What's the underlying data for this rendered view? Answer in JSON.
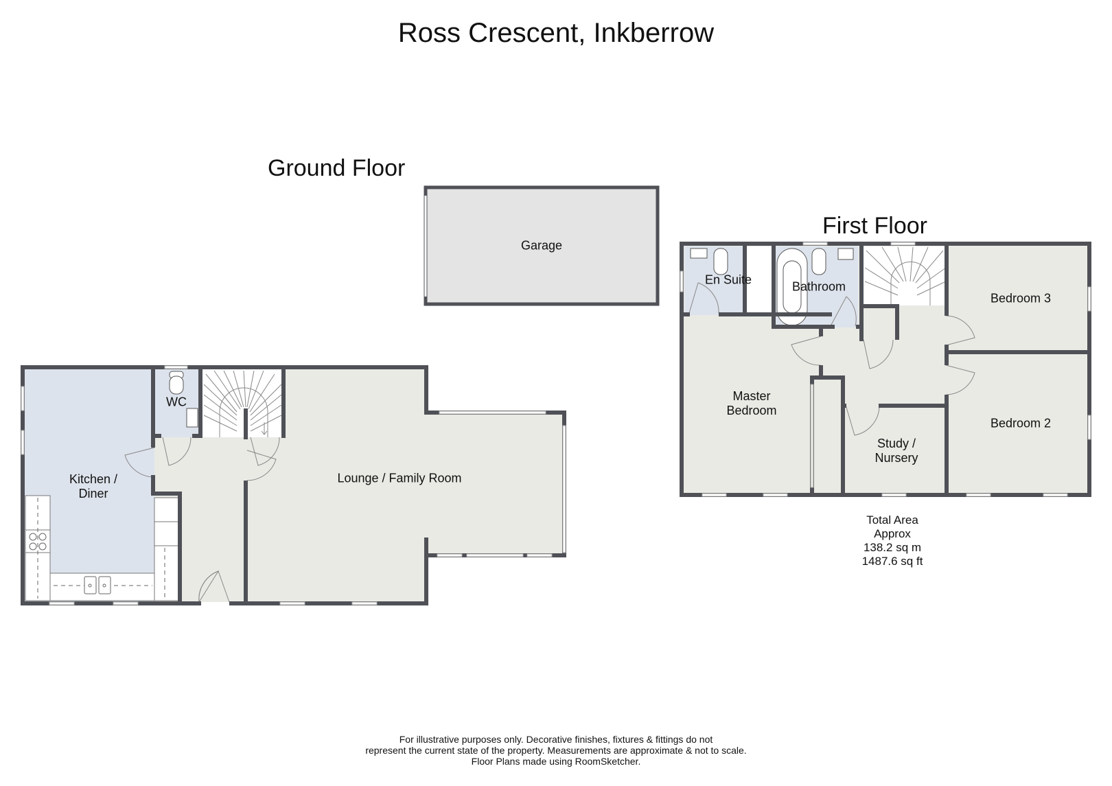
{
  "title": "Ross Crescent, Inkberrow",
  "floors": {
    "ground": {
      "label": "Ground Floor",
      "rooms": {
        "garage": "Garage",
        "wc": "WC",
        "kitchen_line1": "Kitchen /",
        "kitchen_line2": "Diner",
        "lounge": "Lounge / Family Room"
      }
    },
    "first": {
      "label": "First Floor",
      "rooms": {
        "en_suite": "En Suite",
        "bathroom": "Bathroom",
        "bedroom3": "Bedroom 3",
        "bedroom2": "Bedroom 2",
        "master_line1": "Master",
        "master_line2": "Bedroom",
        "study_line1": "Study /",
        "study_line2": "Nursery"
      }
    }
  },
  "total_area": {
    "line1": "Total Area",
    "line2": "Approx",
    "sqm": "138.2 sq m",
    "sqft": "1487.6 sq ft"
  },
  "disclaimer": {
    "line1": "For illustrative purposes only. Decorative finishes, fixtures & fittings do not",
    "line2": "represent the current state of the property. Measurements are approximate & not to scale.",
    "line3": "Floor Plans made using RoomSketcher."
  },
  "colors": {
    "wall": "#4f5157",
    "floor_beige": "#e9eae4",
    "floor_blue": "#dde3ec",
    "garage": "#e4e4e4"
  }
}
